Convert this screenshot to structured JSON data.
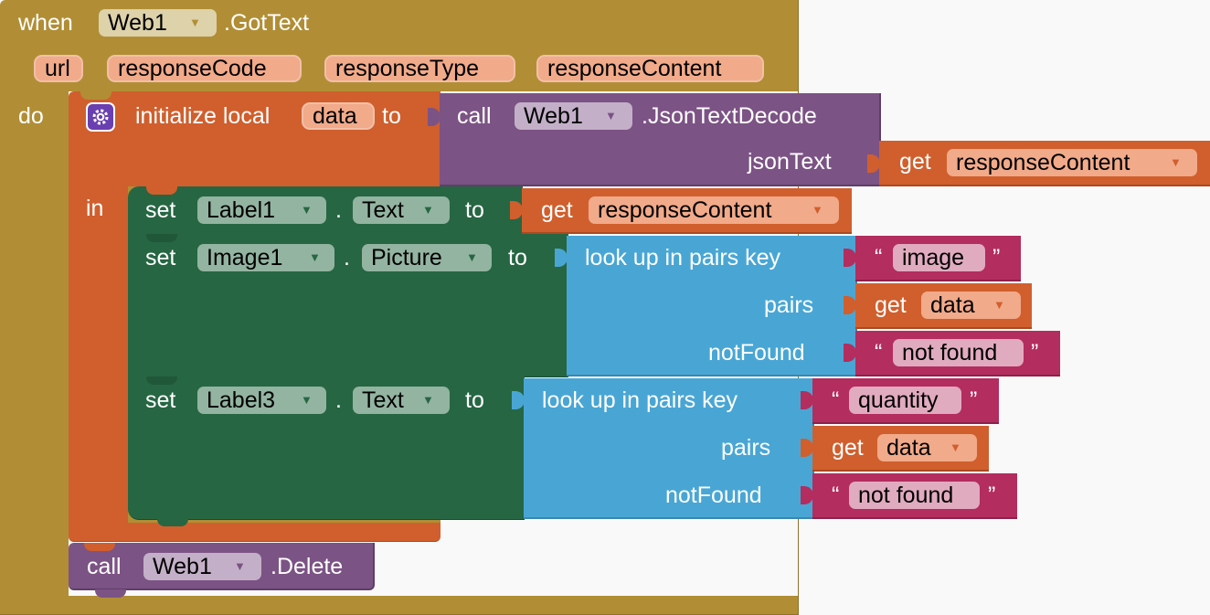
{
  "event": {
    "when": "when",
    "component": "Web1",
    "event_name": ".GotText",
    "do": "do",
    "params": [
      "url",
      "responseCode",
      "responseType",
      "responseContent"
    ]
  },
  "init": {
    "label": "initialize local",
    "var_name": "data",
    "to": "to",
    "in": "in"
  },
  "json_call": {
    "call": "call",
    "component": "Web1",
    "method": ".JsonTextDecode",
    "arg_label": "jsonText",
    "get": "get",
    "get_var": "responseContent"
  },
  "set1": {
    "set": "set",
    "component": "Label1",
    "dot": ".",
    "property": "Text",
    "to": "to",
    "get": "get",
    "get_var": "responseContent"
  },
  "set2": {
    "set": "set",
    "component": "Image1",
    "dot": ".",
    "property": "Picture",
    "to": "to",
    "lookup_label": "look up in pairs  key",
    "pairs_label": "pairs",
    "notfound_label": "notFound",
    "key": "image",
    "get": "get",
    "pairs_var": "data",
    "notfound": "not found"
  },
  "set3": {
    "set": "set",
    "component": "Label3",
    "dot": ".",
    "property": "Text",
    "to": "to",
    "lookup_label": "look up in pairs  key",
    "pairs_label": "pairs",
    "notfound_label": "notFound",
    "key": "quantity",
    "get": "get",
    "pairs_var": "data",
    "notfound": "not found"
  },
  "delete_call": {
    "call": "call",
    "component": "Web1",
    "method": ".Delete"
  },
  "quote_open": "“",
  "quote_close": "”",
  "dropdown_glyph": "▼",
  "colors": {
    "event": "#b18e35",
    "local": "#d05f2d",
    "component": "#7c5385",
    "set": "#266643",
    "lookup": "#49a6d4",
    "text": "#b32d5e",
    "get": "#d05f2d"
  }
}
